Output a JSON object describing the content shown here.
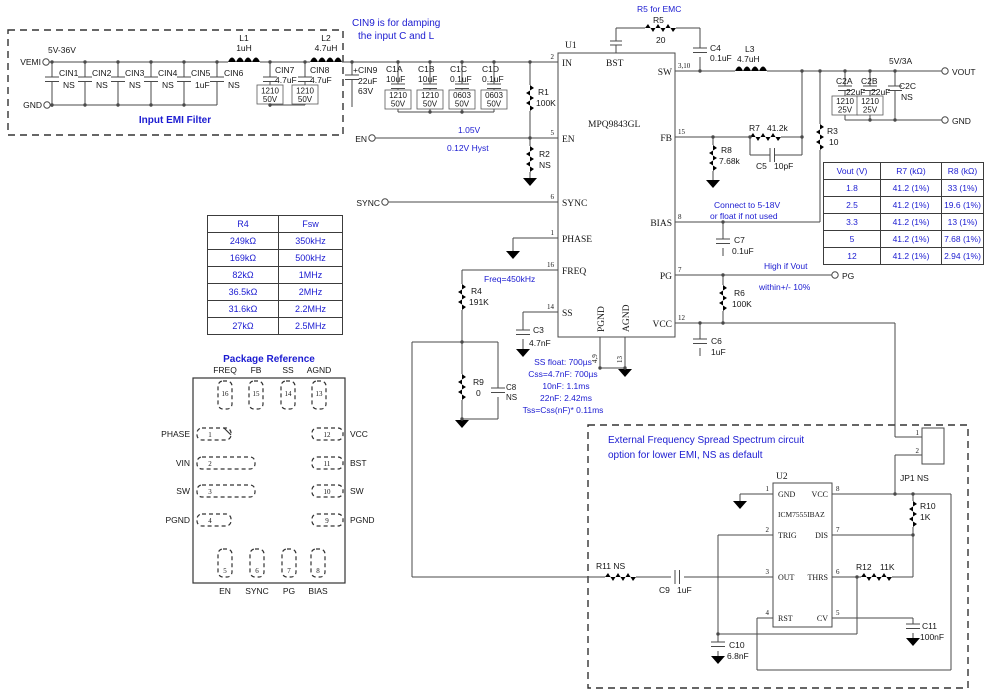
{
  "colors": {
    "annotation_blue": "#1b1bd1",
    "wire": "#4a4a4a",
    "text": "#161616"
  },
  "emi": {
    "box_title": "Input EMI Filter",
    "vemi_port": "VEMI",
    "gnd_port": "GND",
    "rating": "5V-36V",
    "cin1_ref": "CIN1",
    "cin1_val": "NS",
    "cin2_ref": "CIN2",
    "cin2_val": "NS",
    "cin3_ref": "CIN3",
    "cin3_val": "NS",
    "cin4_ref": "CIN4",
    "cin4_val": "NS",
    "cin5_ref": "CIN5",
    "cin5_val": "1uF",
    "cin6_ref": "CIN6",
    "cin6_val": "NS",
    "l1_ref": "L1",
    "l1_val": "1uH",
    "l2_ref": "L2",
    "l2_val": "4.7uH",
    "cin7_ref": "CIN7",
    "cin7_val": "4.7uF",
    "cin7_pkg": "1210",
    "cin7_v": "50V",
    "cin8_ref": "CIN8",
    "cin8_val": "4.7uF",
    "cin8_pkg": "1210",
    "cin8_v": "50V"
  },
  "input": {
    "note1": "CIN9 is for damping",
    "note2": "the input C and L",
    "cin9_ref": "+CIN9",
    "cin9_val": "22uF",
    "cin9_v": "63V",
    "c1a_ref": "C1A",
    "c1a_val": "10uF",
    "c1a_pkg": "1210",
    "c1a_v": "50V",
    "c1b_ref": "C1B",
    "c1b_val": "10uF",
    "c1b_pkg": "1210",
    "c1b_v": "50V",
    "c1c_ref": "C1C",
    "c1c_val": "0.1uF",
    "c1c_pkg": "0603",
    "c1c_v": "50V",
    "c1d_ref": "C1D",
    "c1d_val": "0.1uF",
    "c1d_pkg": "0603",
    "c1d_v": "50V",
    "r1_ref": "R1",
    "r1_val": "100K",
    "r2_ref": "R2",
    "r2_val": "NS",
    "en_port": "EN",
    "sync_port": "SYNC",
    "en_note1": "1.05V",
    "en_note2": "0.12V Hyst"
  },
  "u1": {
    "ref": "U1",
    "part": "MPQ9843GL",
    "pin_in": "IN",
    "pin_in_num": "2",
    "pin_bst": "BST",
    "pin_sw": "SW",
    "pin_sw_num": "3,10",
    "pin_en": "EN",
    "pin_en_num": "5",
    "pin_fb": "FB",
    "pin_fb_num": "15",
    "pin_sync": "SYNC",
    "pin_sync_num": "6",
    "pin_phase": "PHASE",
    "pin_phase_num": "1",
    "pin_bias": "BIAS",
    "pin_bias_num": "8",
    "pin_freq": "FREQ",
    "pin_freq_num": "16",
    "pin_pg": "PG",
    "pin_pg_num": "7",
    "pin_ss": "SS",
    "pin_ss_num": "14",
    "pin_vcc": "VCC",
    "pin_vcc_num": "12",
    "pin_pgnd": "PGND",
    "pin_pgnd_num": "4,9",
    "pin_agnd": "AGND",
    "pin_agnd_num": "13"
  },
  "bst": {
    "note": "R5 for EMC",
    "r5_ref": "R5",
    "r5_val": "20",
    "c4_ref": "C4",
    "c4_val": "0.1uF"
  },
  "output": {
    "l3_ref": "L3",
    "l3_val": "4.7uH",
    "rating": "5V/3A",
    "vout_port": "VOUT",
    "gnd_port": "GND",
    "c2a_ref": "C2A",
    "c2a_val": "22uF",
    "c2a_pkg": "1210",
    "c2a_v": "25V",
    "c2b_ref": "C2B",
    "c2b_val": "22uF",
    "c2b_pkg": "1210",
    "c2b_v": "25V",
    "c2c_ref": "C2C",
    "c2c_val": "NS",
    "r3_ref": "R3",
    "r3_val": "10"
  },
  "fb": {
    "r7_ref": "R7",
    "r7_val": "41.2k",
    "r8_ref": "R8",
    "r8_val": "7.68k",
    "c5_ref": "C5",
    "c5_val": "10pF"
  },
  "bias": {
    "note1": "Connect to 5-18V",
    "note2": "or float if not used",
    "c7_ref": "C7",
    "c7_val": "0.1uF"
  },
  "pg": {
    "note1": "High if Vout",
    "note2": "within+/- 10%",
    "port": "PG",
    "r6_ref": "R6",
    "r6_val": "100K"
  },
  "vcc": {
    "c6_ref": "C6",
    "c6_val": "1uF"
  },
  "freq": {
    "note": "Freq=450kHz",
    "r4_ref": "R4",
    "r4_val": "191K",
    "r9_ref": "R9",
    "r9_val": "0",
    "c8_ref": "C8",
    "c8_val": "NS"
  },
  "ss": {
    "c3_ref": "C3",
    "c3_val": "4.7nF",
    "note1": "SS float: 700µs",
    "note2": "Css=4.7nF: 700µs",
    "note3": "10nF: 1.1ms",
    "note4": "22nF: 2.42ms",
    "note5": "Tss=Css(nF)* 0.11ms"
  },
  "tables": {
    "fsw": {
      "headers": [
        "R4",
        "Fsw"
      ],
      "rows": [
        [
          "249kΩ",
          "350kHz"
        ],
        [
          "169kΩ",
          "500kHz"
        ],
        [
          "82kΩ",
          "1MHz"
        ],
        [
          "36.5kΩ",
          "2MHz"
        ],
        [
          "31.6kΩ",
          "2.2MHz"
        ],
        [
          "27kΩ",
          "2.5MHz"
        ]
      ]
    },
    "vout": {
      "headers": [
        "Vout (V)",
        "R7 (kΩ)",
        "R8 (kΩ)"
      ],
      "rows": [
        [
          "1.8",
          "41.2 (1%)",
          "33 (1%)"
        ],
        [
          "2.5",
          "41.2 (1%)",
          "19.6 (1%)"
        ],
        [
          "3.3",
          "41.2 (1%)",
          "13 (1%)"
        ],
        [
          "5",
          "41.2 (1%)",
          "7.68 (1%)"
        ],
        [
          "12",
          "41.2 (1%)",
          "2.94 (1%)"
        ]
      ]
    }
  },
  "package": {
    "title": "Package Reference",
    "top": [
      {
        "name": "FREQ",
        "num": "16"
      },
      {
        "name": "FB",
        "num": "15"
      },
      {
        "name": "SS",
        "num": "14"
      },
      {
        "name": "AGND",
        "num": "13"
      }
    ],
    "left": [
      {
        "name": "PHASE",
        "num": "1"
      },
      {
        "name": "VIN",
        "num": "2"
      },
      {
        "name": "SW",
        "num": "3"
      },
      {
        "name": "PGND",
        "num": "4"
      }
    ],
    "right": [
      {
        "name": "VCC",
        "num": "12"
      },
      {
        "name": "BST",
        "num": "11"
      },
      {
        "name": "SW",
        "num": "10"
      },
      {
        "name": "PGND",
        "num": "9"
      }
    ],
    "bottom": [
      {
        "name": "EN",
        "num": "5"
      },
      {
        "name": "SYNC",
        "num": "6"
      },
      {
        "name": "PG",
        "num": "7"
      },
      {
        "name": "BIAS",
        "num": "8"
      }
    ]
  },
  "ssc": {
    "note1": "External Frequency Spread Spectrum circuit",
    "note2": "option for lower EMI, NS as default",
    "u2_ref": "U2",
    "u2_part": "ICM7555IBAZ",
    "pin_gnd": "GND",
    "pin_gnd_num": "1",
    "pin_trig": "TRIG",
    "pin_trig_num": "2",
    "pin_out": "OUT",
    "pin_out_num": "3",
    "pin_rst": "RST",
    "pin_rst_num": "4",
    "pin_vcc": "VCC",
    "pin_vcc_num": "8",
    "pin_dis": "DIS",
    "pin_dis_num": "7",
    "pin_thrs": "THRS",
    "pin_thrs_num": "6",
    "pin_cv": "CV",
    "pin_cv_num": "5",
    "jp1": "JP1 NS",
    "jp1_p1": "1",
    "jp1_p2": "2",
    "r10_ref": "R10",
    "r10_val": "1K",
    "r11": "R11 NS",
    "r12_ref": "R12",
    "r12_val": "11K",
    "c9_ref": "C9",
    "c9_val": "1uF",
    "c10_ref": "C10",
    "c10_val": "6.8nF",
    "c11_ref": "C11",
    "c11_val": "100nF"
  }
}
